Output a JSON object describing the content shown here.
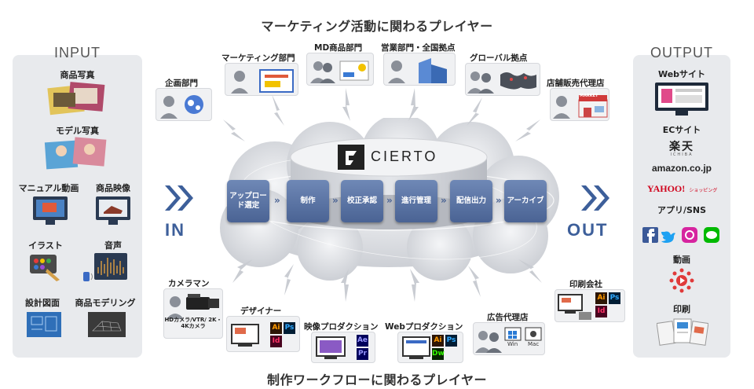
{
  "titles": {
    "top": "マーケティング活動に関わるプレイヤー",
    "bottom": "制作ワークフローに関わるプレイヤー"
  },
  "input": {
    "heading": "INPUT",
    "items": {
      "product_photo": "商品写真",
      "model_photo": "モデル写真",
      "manual_video": "マニュアル動画",
      "product_video": "商品映像",
      "illustration": "イラスト",
      "audio": "音声",
      "drawings": "設計図面",
      "modeling": "商品モデリング"
    }
  },
  "output": {
    "heading": "OUTPUT",
    "items": {
      "website": "Webサイト",
      "ec_site": "ECサイト",
      "app_sns": "アプリ/SNS",
      "video": "動画",
      "print": "印刷"
    },
    "ec_logos": {
      "rakuten": "楽天",
      "rakuten_sub": "ICHIBA",
      "amazon": "amazon.co.jp",
      "yahoo": "YAHOO!",
      "yahoo_sub": "ショッピング"
    }
  },
  "flow": {
    "in_label": "IN",
    "out_label": "OUT",
    "brand": "CIERTO",
    "steps": [
      "アップロード選定",
      "制作",
      "校正承認",
      "進行管理",
      "配信出力",
      "アーカイブ"
    ]
  },
  "players_top": {
    "planning": "企画部門",
    "marketing": "マーケティング部門",
    "md_product": "MD商品部門",
    "sales": "営業部門・全国拠点",
    "global": "グローバル拠点",
    "retail_agency": "店舗販売代理店",
    "market_sign": "MARKET"
  },
  "players_bottom": {
    "cameraman": "カメラマン",
    "cameraman_sub": "HDカメラ/VTR/ 2K・4Kカメラ",
    "designer": "デザイナー",
    "video_production": "映像プロダクション",
    "web_production": "Webプロダクション",
    "ad_agency": "広告代理店",
    "printing_company": "印刷会社",
    "win": "Win",
    "mac": "Mac"
  },
  "app_badges": {
    "ai": "Ai",
    "ps": "Ps",
    "id": "Id",
    "ae": "Ae",
    "pr": "Pr",
    "dw": "Dw"
  },
  "colors": {
    "accent_blue": "#3d5f9a",
    "panel_gray": "#e8eaed",
    "step_blue": "#5a74a6"
  }
}
